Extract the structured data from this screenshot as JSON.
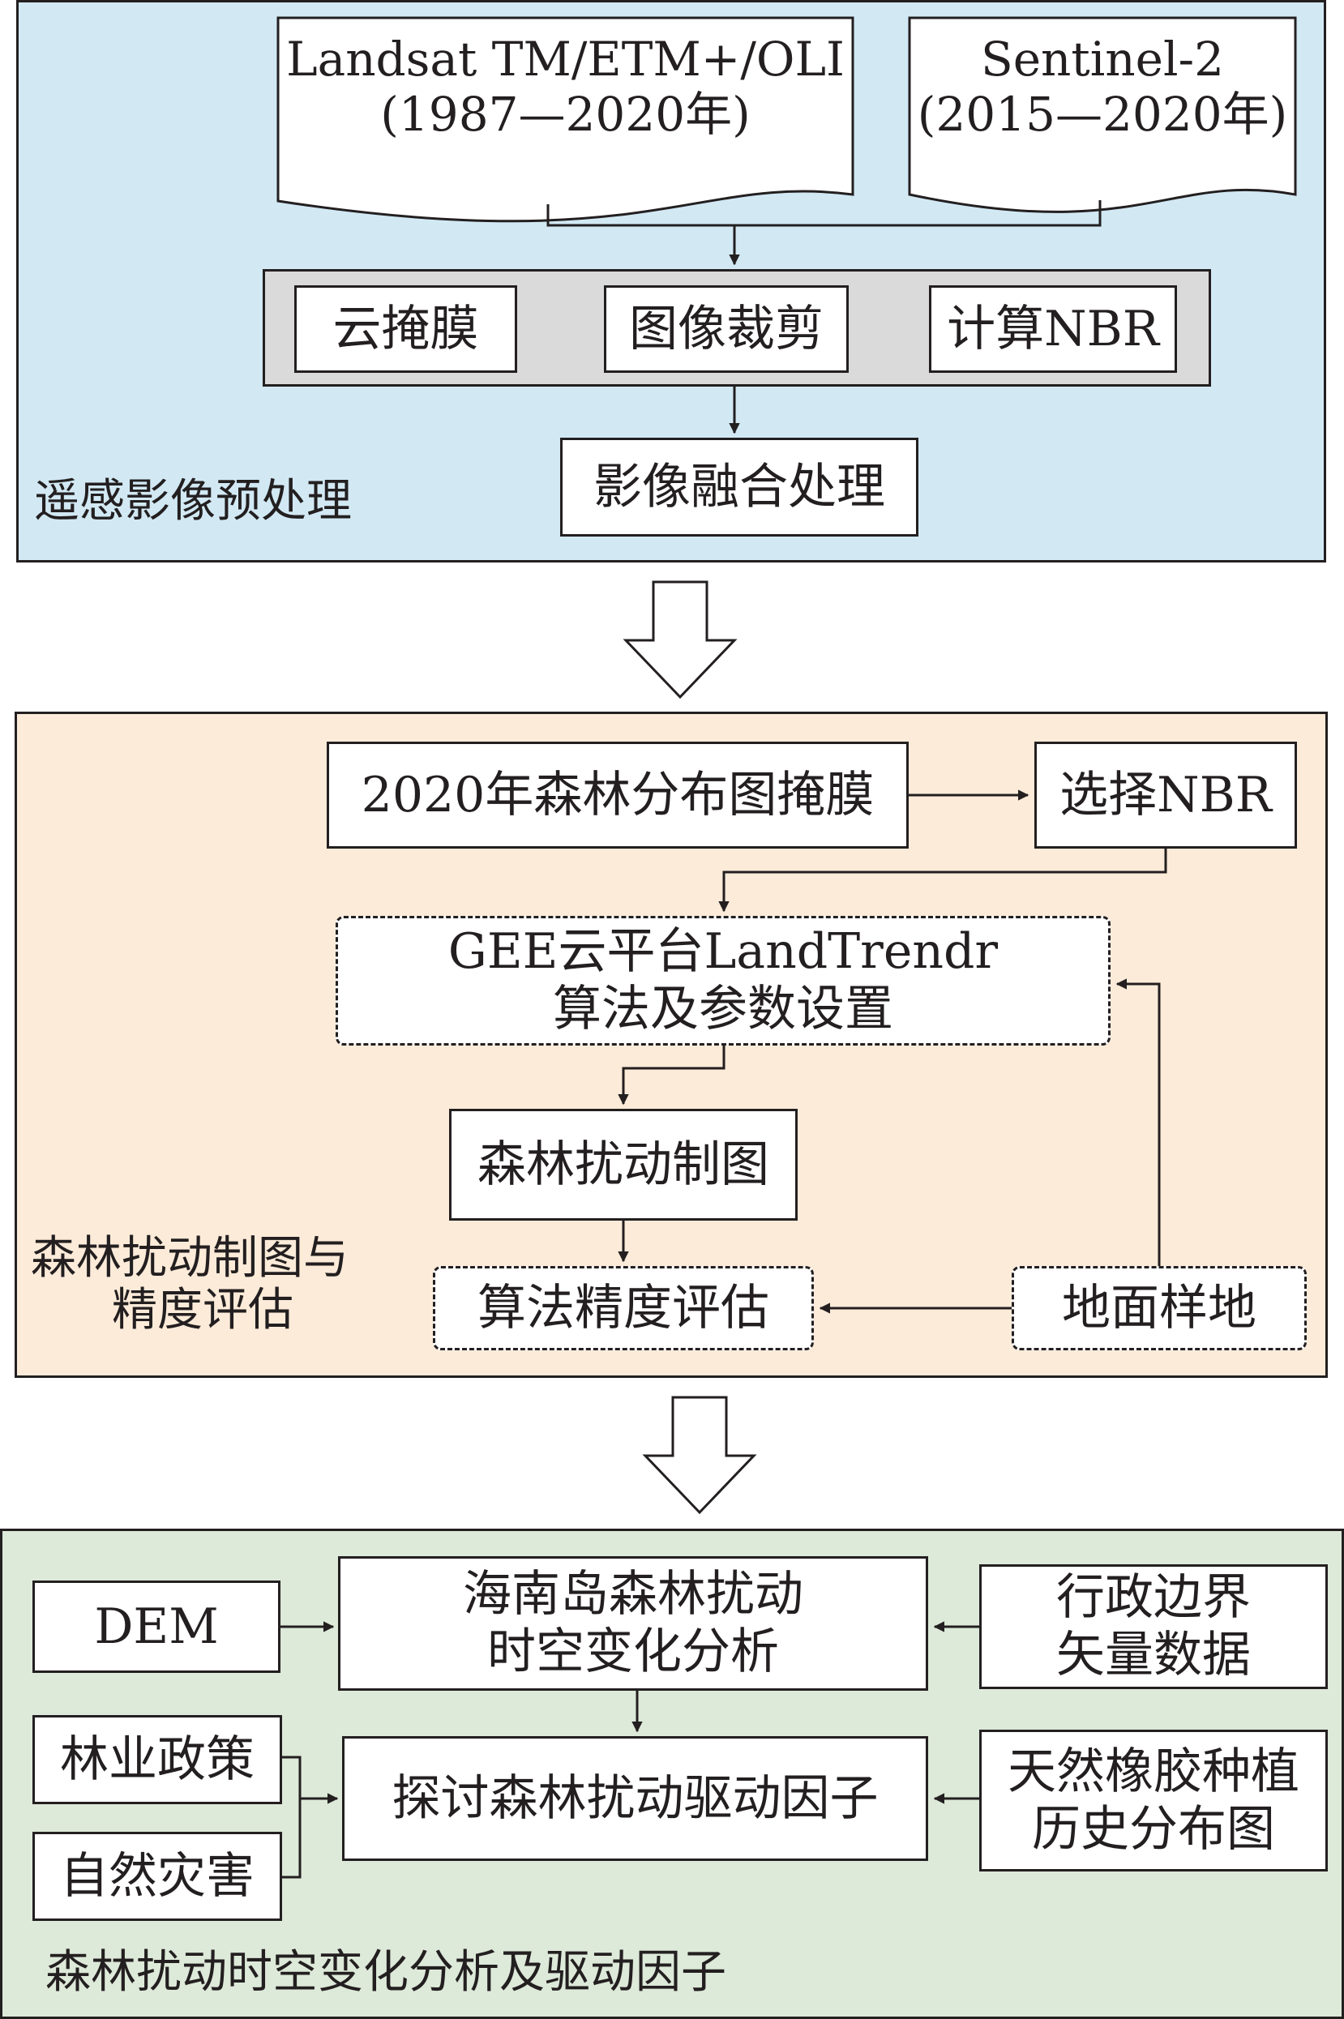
{
  "colors": {
    "preprocess_bg": "#d2e9f4",
    "mapping_bg": "#fcebd9",
    "analysis_bg": "#dde9d9",
    "ops_bg": "#dadada",
    "stroke": "#231f20"
  },
  "preprocess": {
    "label": "遥感影像预处理",
    "landsat": {
      "line1": "Landsat TM/ETM+/OLI",
      "line2": "(1987—2020年)"
    },
    "sentinel": {
      "line1": "Sentinel-2",
      "line2": "(2015—2020年)"
    },
    "ops": [
      "云掩膜",
      "图像裁剪",
      "计算NBR"
    ],
    "fusion": "影像融合处理"
  },
  "mapping": {
    "label_line1": "森林扰动制图与",
    "label_line2": "精度评估",
    "forest_mask": "2020年森林分布图掩膜",
    "select_nbr": "选择NBR",
    "gee_line1": "GEE云平台LandTrendr",
    "gee_line2": "算法及参数设置",
    "disturbance_map": "森林扰动制图",
    "accuracy": "算法精度评估",
    "ground_plots": "地面样地"
  },
  "analysis": {
    "label": "森林扰动时空变化分析及驱动因子",
    "dem": "DEM",
    "spatiotemporal_line1": "海南岛森林扰动",
    "spatiotemporal_line2": "时空变化分析",
    "boundary_line1": "行政边界",
    "boundary_line2": "矢量数据",
    "forestry_policy": "林业政策",
    "natural_disaster": "自然灾害",
    "drivers": "探讨森林扰动驱动因子",
    "rubber_line1": "天然橡胶种植",
    "rubber_line2": "历史分布图"
  }
}
